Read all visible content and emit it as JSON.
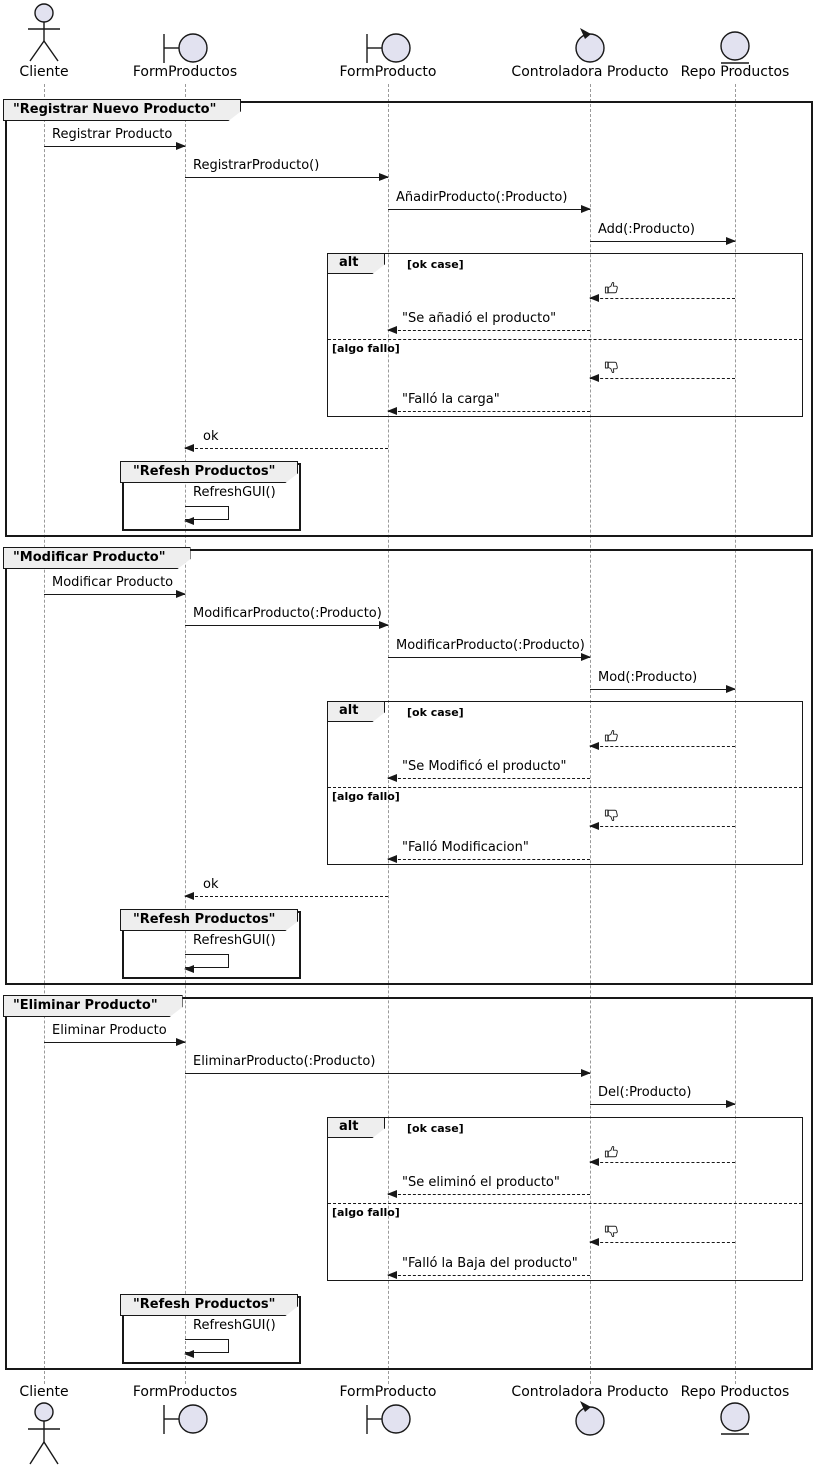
{
  "diagram_type": "uml-sequence-diagram",
  "colors": {
    "background": "#FFFFFF",
    "stroke": "#181818",
    "icon_fill": "#E2E2F0",
    "frame_header_fill": "#EEEEEE",
    "lifeline": "#9A9A9A"
  },
  "participants": [
    {
      "name": "Cliente",
      "type": "actor",
      "icon": "actor-icon"
    },
    {
      "name": "FormProductos",
      "type": "boundary",
      "icon": "boundary-icon"
    },
    {
      "name": "FormProducto",
      "type": "boundary",
      "icon": "boundary-icon"
    },
    {
      "name": "Controladora Producto",
      "type": "control",
      "icon": "control-icon"
    },
    {
      "name": "Repo Productos",
      "type": "entity",
      "icon": "entity-icon"
    }
  ],
  "frames": [
    {
      "title": "\"Registrar Nuevo Producto\"",
      "messages": [
        {
          "label": "Registrar Producto",
          "from": "Cliente",
          "to": "FormProductos",
          "line": "solid"
        },
        {
          "label": "RegistrarProducto()",
          "from": "FormProductos",
          "to": "FormProducto",
          "line": "solid"
        },
        {
          "label": "AñadirProducto(:Producto)",
          "from": "FormProducto",
          "to": "Controladora Producto",
          "line": "solid"
        },
        {
          "label": "Add(:Producto)",
          "from": "Controladora Producto",
          "to": "Repo Productos",
          "line": "solid"
        }
      ],
      "alt": {
        "operator": "alt",
        "sections": [
          {
            "guard": "[ok case]",
            "icon_message": {
              "icon": "thumbs-up-icon",
              "from": "Repo Productos",
              "to": "Controladora Producto",
              "line": "dashed"
            },
            "reply": {
              "label": "\"Se añadió el producto\"",
              "from": "Controladora Producto",
              "to": "FormProducto",
              "line": "dashed"
            }
          },
          {
            "guard": "[algo fallo]",
            "icon_message": {
              "icon": "thumbs-down-icon",
              "from": "Repo Productos",
              "to": "Controladora Producto",
              "line": "dashed"
            },
            "reply": {
              "label": "\"Falló la carga\"",
              "from": "Controladora Producto",
              "to": "FormProducto",
              "line": "dashed"
            }
          }
        ]
      },
      "return_message": {
        "label": "ok",
        "from": "FormProducto",
        "to": "FormProductos",
        "line": "dashed"
      },
      "sub_frame": {
        "title": "\"Refesh Productos\"",
        "self_message": "RefreshGUI()",
        "on": "FormProductos"
      }
    },
    {
      "title": "\"Modificar Producto\"",
      "messages": [
        {
          "label": "Modificar Producto",
          "from": "Cliente",
          "to": "FormProductos",
          "line": "solid"
        },
        {
          "label": "ModificarProducto(:Producto)",
          "from": "FormProductos",
          "to": "FormProducto",
          "line": "solid"
        },
        {
          "label": "ModificarProducto(:Producto)",
          "from": "FormProducto",
          "to": "Controladora Producto",
          "line": "solid"
        },
        {
          "label": "Mod(:Producto)",
          "from": "Controladora Producto",
          "to": "Repo Productos",
          "line": "solid"
        }
      ],
      "alt": {
        "operator": "alt",
        "sections": [
          {
            "guard": "[ok case]",
            "icon_message": {
              "icon": "thumbs-up-icon",
              "from": "Repo Productos",
              "to": "Controladora Producto",
              "line": "dashed"
            },
            "reply": {
              "label": "\"Se Modificó el producto\"",
              "from": "Controladora Producto",
              "to": "FormProducto",
              "line": "dashed"
            }
          },
          {
            "guard": "[algo fallo]",
            "icon_message": {
              "icon": "thumbs-down-icon",
              "from": "Repo Productos",
              "to": "Controladora Producto",
              "line": "dashed"
            },
            "reply": {
              "label": "\"Falló Modificacion\"",
              "from": "Controladora Producto",
              "to": "FormProducto",
              "line": "dashed"
            }
          }
        ]
      },
      "return_message": {
        "label": "ok",
        "from": "FormProducto",
        "to": "FormProductos",
        "line": "dashed"
      },
      "sub_frame": {
        "title": "\"Refesh Productos\"",
        "self_message": "RefreshGUI()",
        "on": "FormProductos"
      }
    },
    {
      "title": "\"Eliminar Producto\"",
      "messages": [
        {
          "label": "Eliminar Producto",
          "from": "Cliente",
          "to": "FormProductos",
          "line": "solid"
        },
        {
          "label": "EliminarProducto(:Producto)",
          "from": "FormProductos",
          "to": "Controladora Producto",
          "line": "solid"
        },
        {
          "label": "Del(:Producto)",
          "from": "Controladora Producto",
          "to": "Repo Productos",
          "line": "solid"
        }
      ],
      "alt": {
        "operator": "alt",
        "sections": [
          {
            "guard": "[ok case]",
            "icon_message": {
              "icon": "thumbs-up-icon",
              "from": "Repo Productos",
              "to": "Controladora Producto",
              "line": "dashed"
            },
            "reply": {
              "label": "\"Se eliminó el producto\"",
              "from": "Controladora Producto",
              "to": "FormProducto",
              "line": "dashed"
            }
          },
          {
            "guard": "[algo fallo]",
            "icon_message": {
              "icon": "thumbs-down-icon",
              "from": "Repo Productos",
              "to": "Controladora Producto",
              "line": "dashed"
            },
            "reply": {
              "label": "\"Falló la Baja del producto\"",
              "from": "Controladora Producto",
              "to": "FormProducto",
              "line": "dashed"
            }
          }
        ]
      },
      "sub_frame": {
        "title": "\"Refesh Productos\"",
        "self_message": "RefreshGUI()",
        "on": "FormProductos"
      }
    }
  ]
}
